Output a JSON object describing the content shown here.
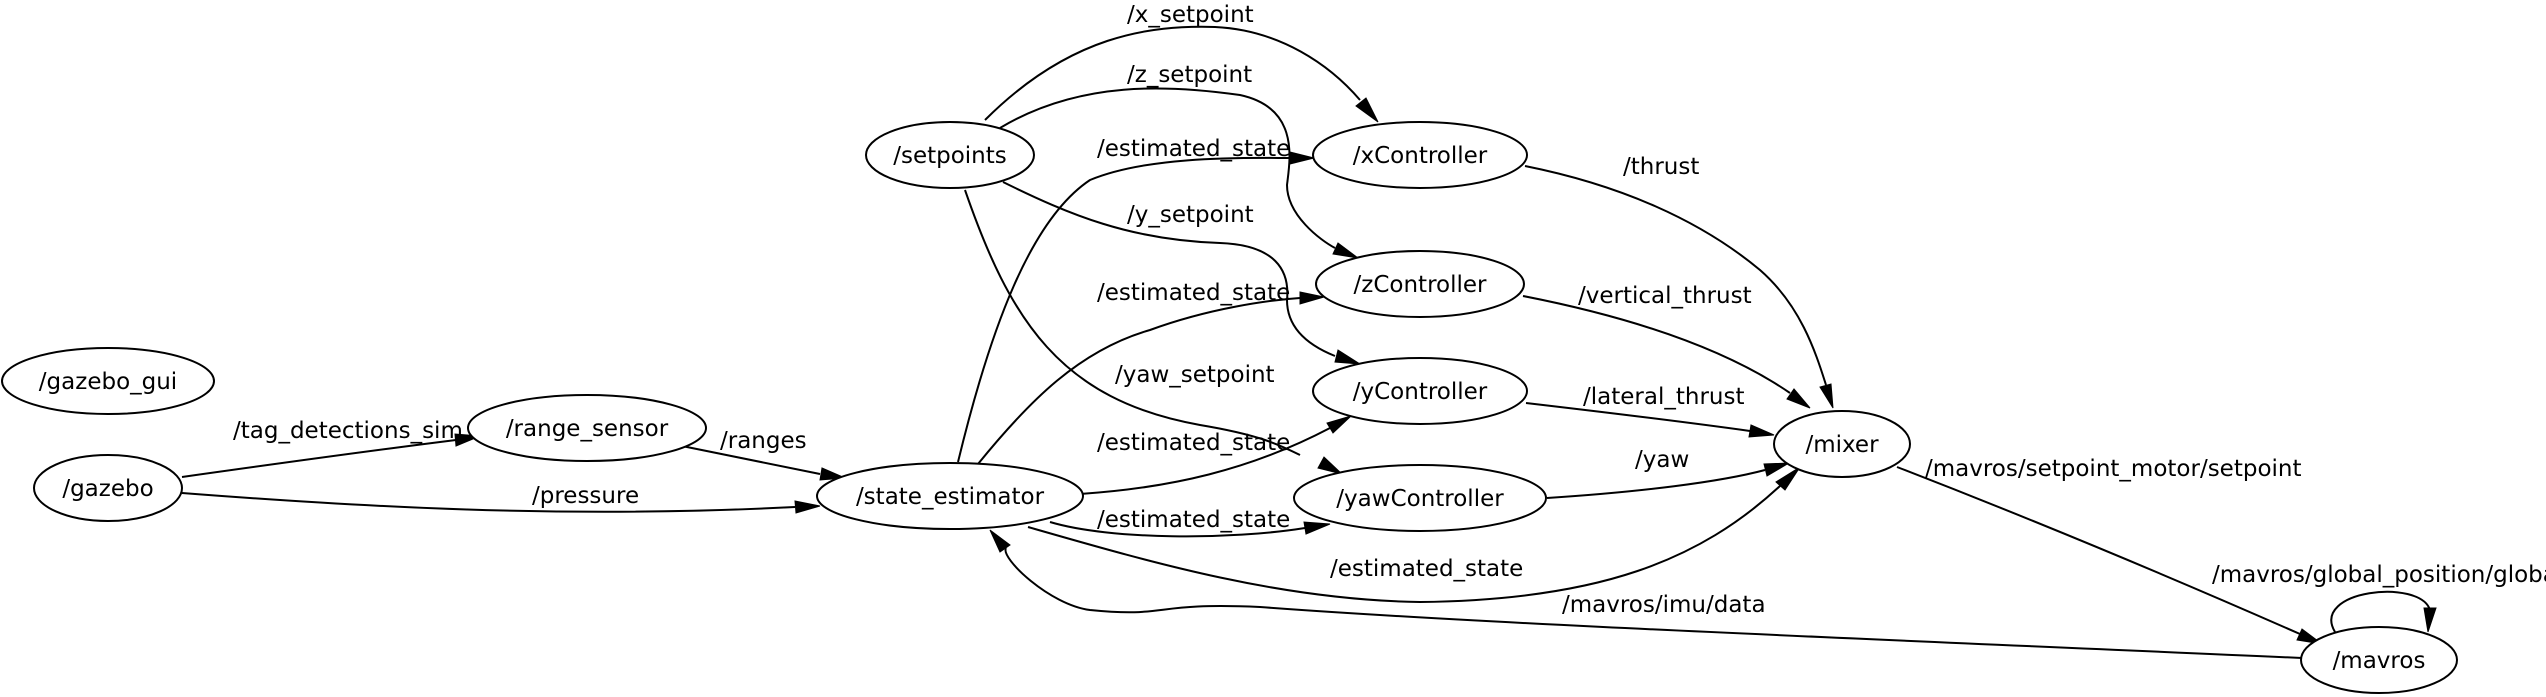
{
  "graph": {
    "nodes": {
      "gazebo_gui": "/gazebo_gui",
      "gazebo": "/gazebo",
      "range_sensor": "/range_sensor",
      "state_estimator": "/state_estimator",
      "setpoints": "/setpoints",
      "xController": "/xController",
      "zController": "/zController",
      "yController": "/yController",
      "yawController": "/yawController",
      "mixer": "/mixer",
      "mavros": "/mavros"
    },
    "edges": {
      "tag_detections_sim": "/tag_detections_sim",
      "ranges": "/ranges",
      "pressure": "/pressure",
      "x_setpoint": "/x_setpoint",
      "z_setpoint": "/z_setpoint",
      "y_setpoint": "/y_setpoint",
      "yaw_setpoint": "/yaw_setpoint",
      "est_to_x": "/estimated_state",
      "est_to_z": "/estimated_state",
      "est_to_y": "/estimated_state",
      "est_to_yaw": "/estimated_state",
      "est_to_mixer": "/estimated_state",
      "thrust": "/thrust",
      "vertical_thrust": "/vertical_thrust",
      "lateral_thrust": "/lateral_thrust",
      "yaw": "/yaw",
      "setpoint_motor": "/mavros/setpoint_motor/setpoint",
      "imu_data": "/mavros/imu/data",
      "global_position": "/mavros/global_position/global"
    }
  }
}
